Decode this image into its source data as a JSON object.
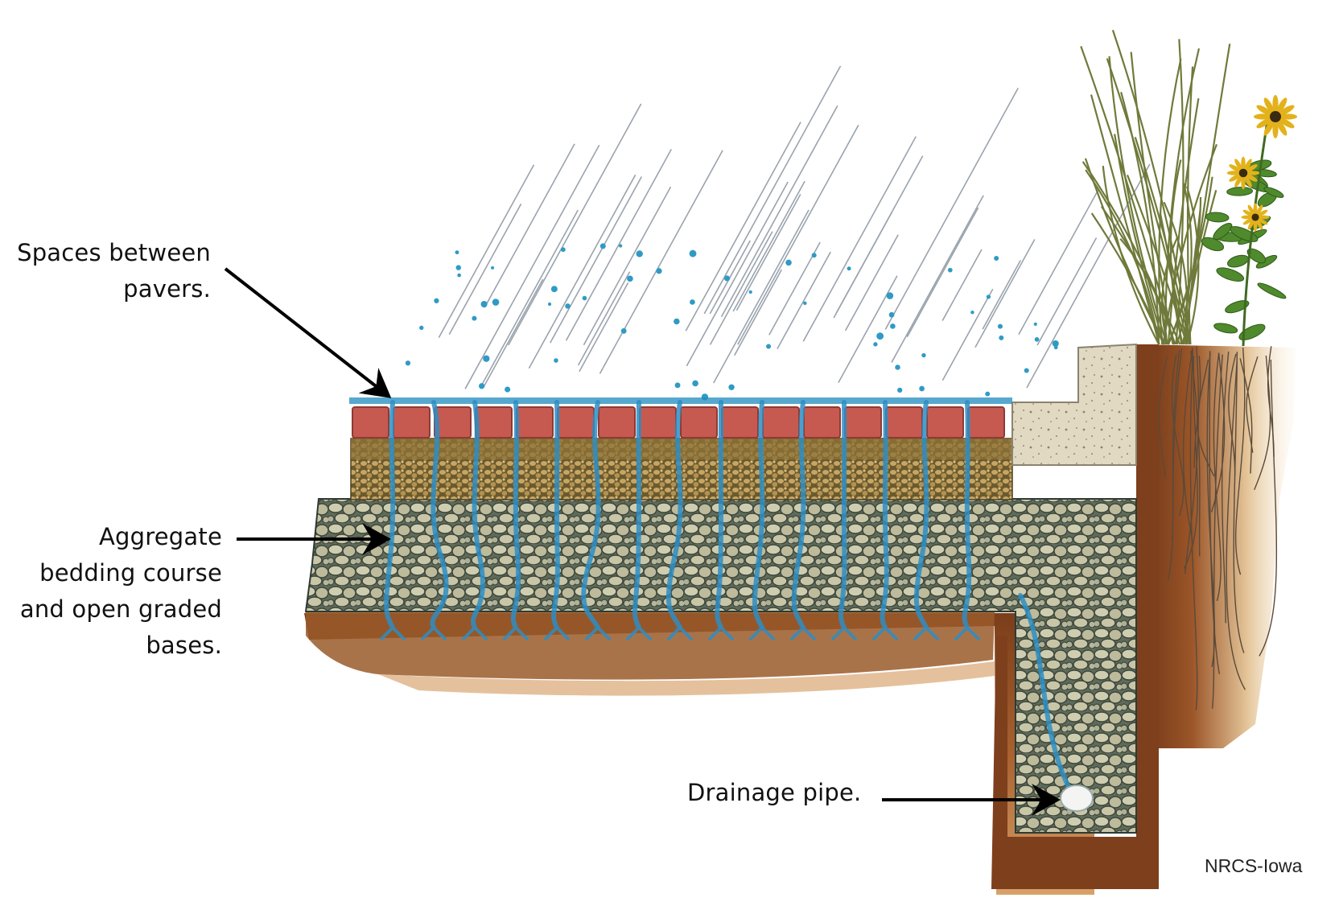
{
  "labels": {
    "spaces": [
      "Spaces between",
      "pavers."
    ],
    "aggregate": [
      "Aggregate",
      "bedding course",
      "and open graded",
      "bases."
    ],
    "drainage": "Drainage pipe."
  },
  "credit": "NRCS-Iowa",
  "colors": {
    "paver": "#c65a50",
    "paver_border": "#8e3a33",
    "bedding": "#9c7a3e",
    "aggregate": "#b9b89a",
    "water": "#2f86b8",
    "soil": "#8a4a22",
    "soil_light": "#c98a52",
    "concrete": "#ddd3bd",
    "grass": "#6f8a3a",
    "flower": "#e3b21b",
    "rain": "#9aa3ad",
    "arrow": "#000000"
  }
}
